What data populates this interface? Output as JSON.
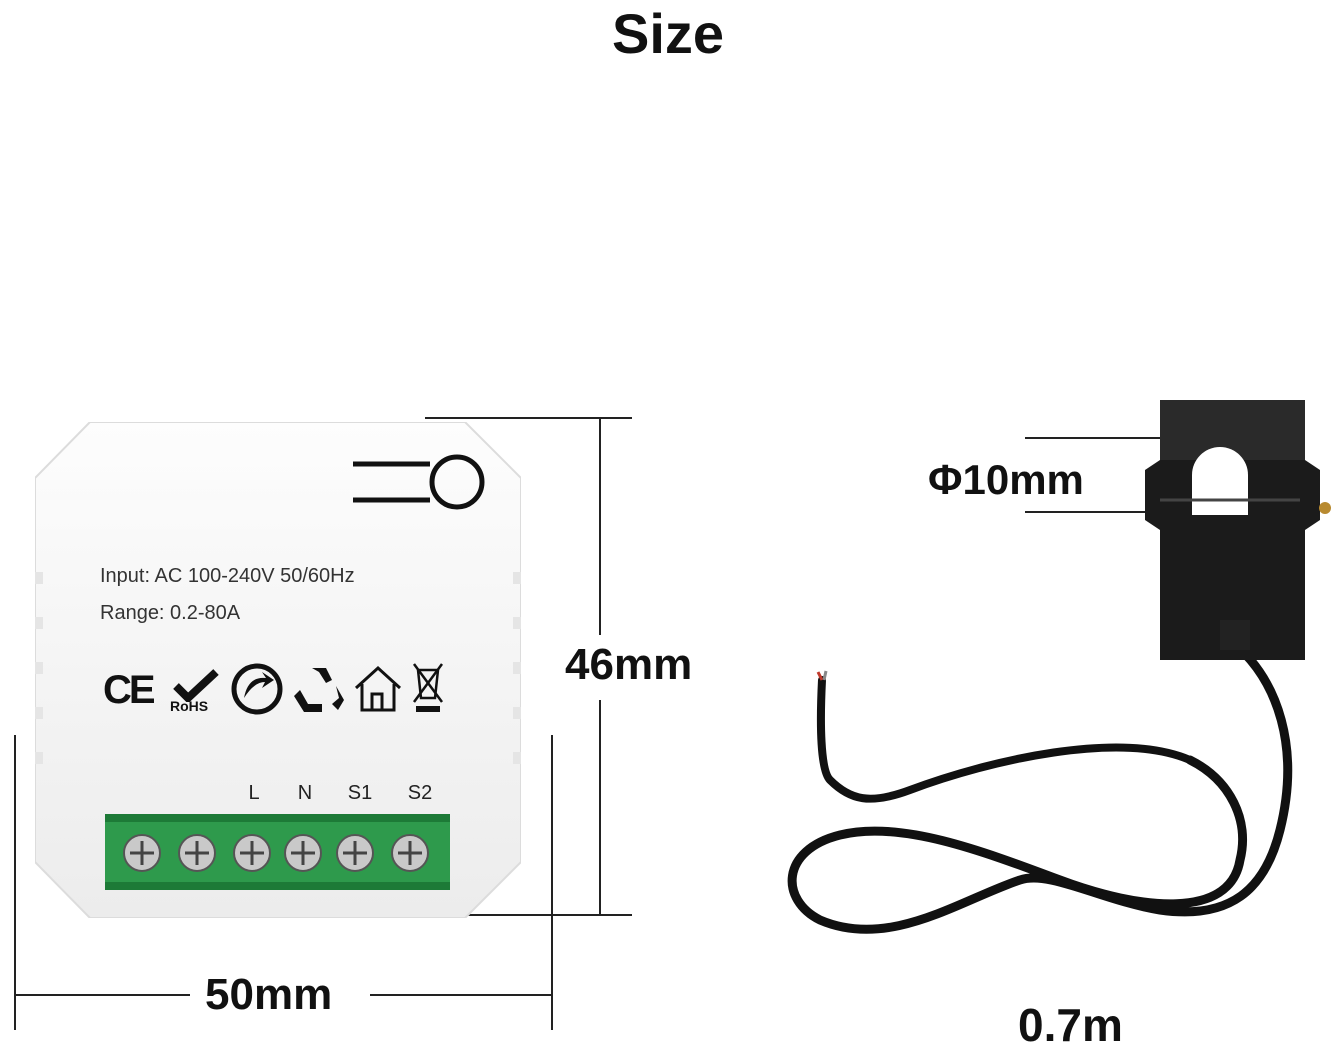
{
  "title": "Size",
  "module": {
    "input_spec": "Input: AC 100-240V 50/60Hz",
    "range_spec": "Range: 0.2-80A",
    "ce_mark": "CE",
    "rohs_mark": "RoHS",
    "terminals": [
      "L",
      "N",
      "S1",
      "S2"
    ],
    "certification_icons": [
      "ce-icon",
      "rohs-check-icon",
      "green-dot-icon",
      "recycle-icon",
      "indoor-use-icon",
      "weee-bin-icon"
    ],
    "colors": {
      "terminal_block": "#2e9a4c",
      "body": "#f7f7f7"
    }
  },
  "dimensions": {
    "height": "46mm",
    "width": "50mm",
    "clamp_diameter": "Φ10mm",
    "cable_length": "0.7m"
  }
}
